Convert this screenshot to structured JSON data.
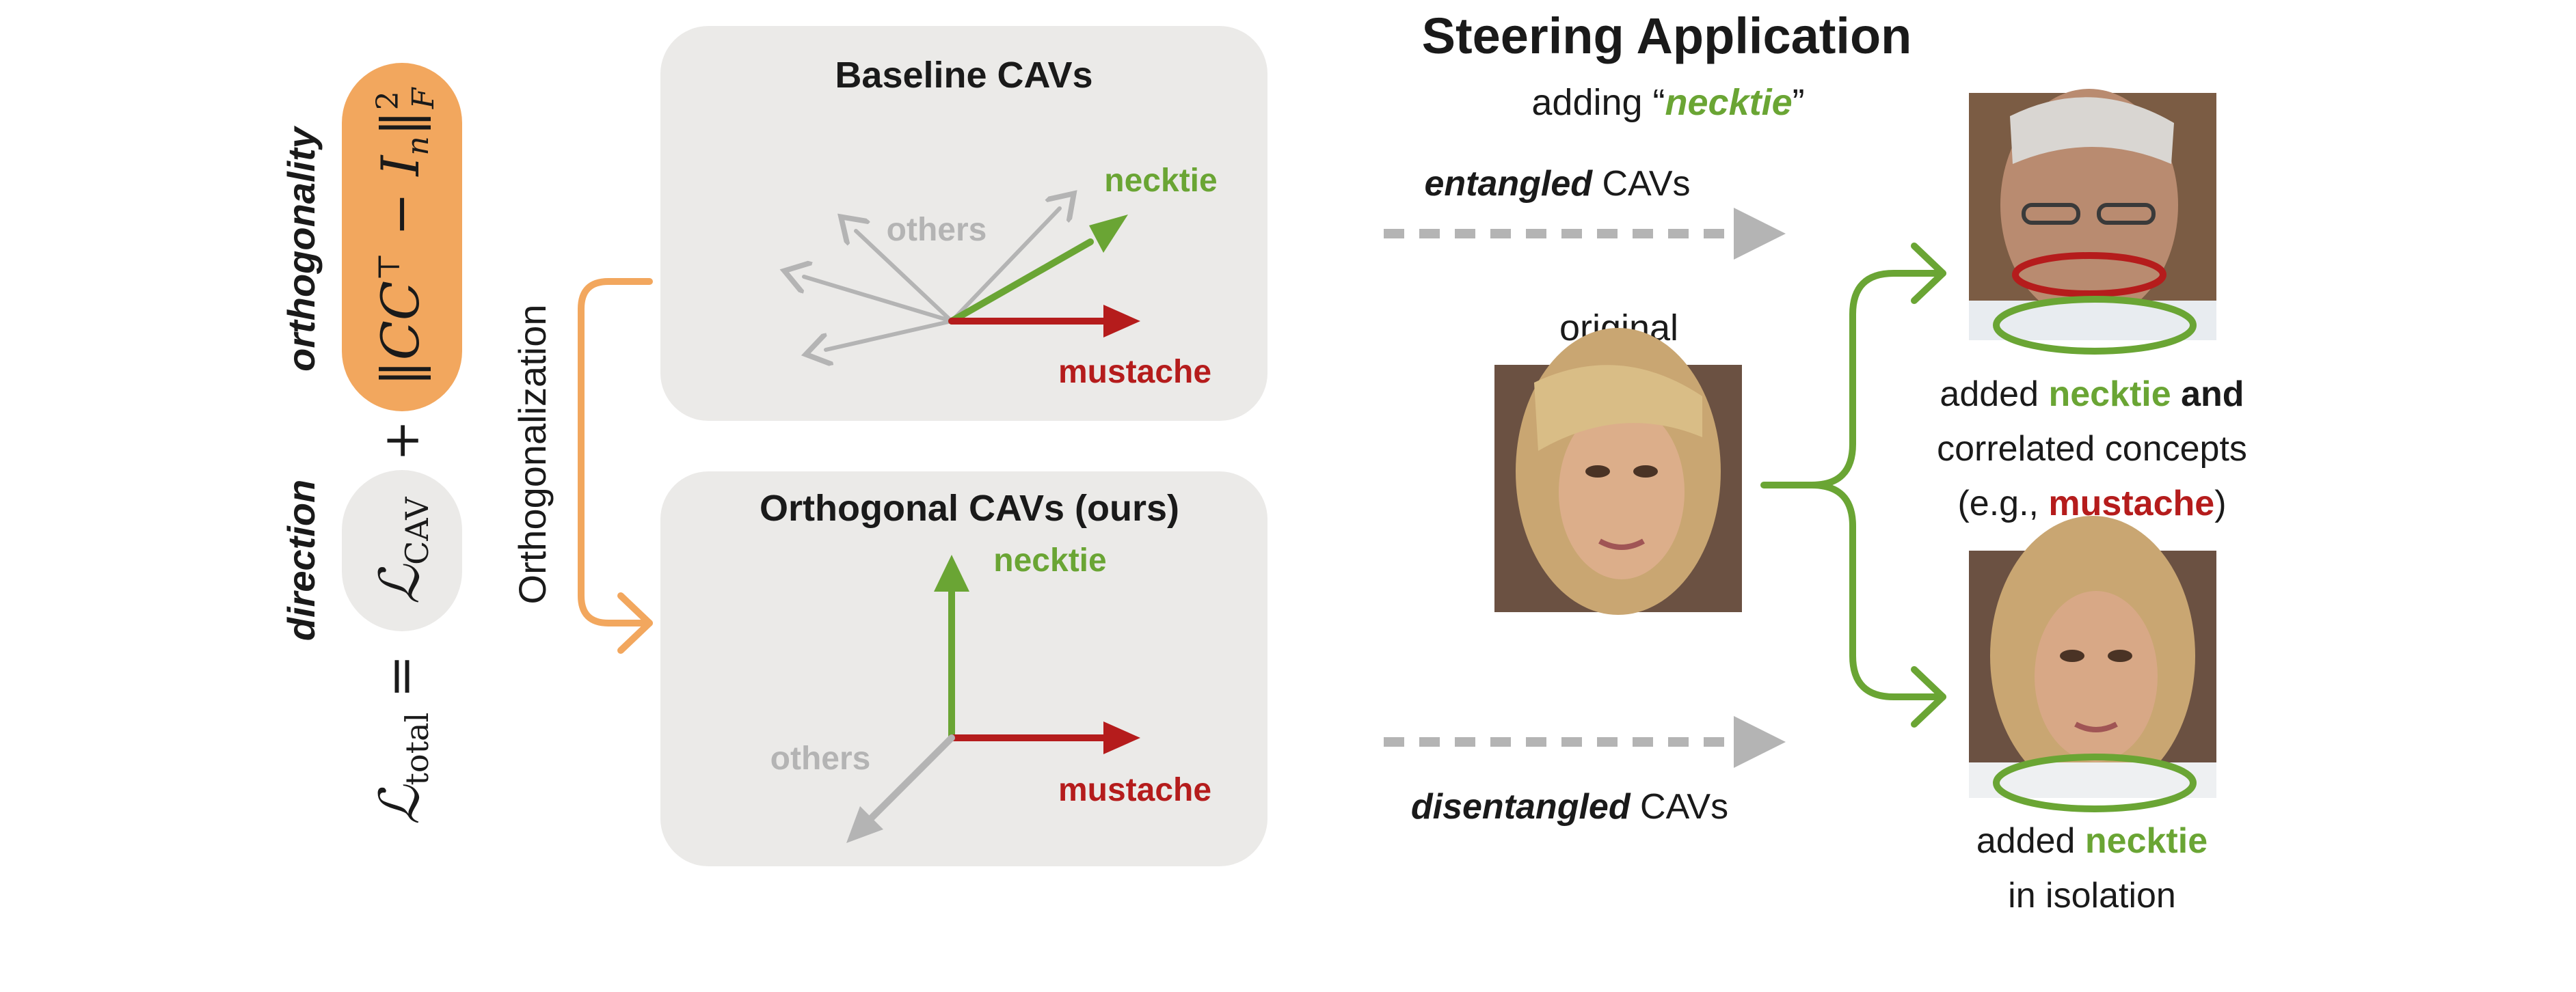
{
  "formula": {
    "loss_total": "ℒ",
    "loss_total_sub": "total",
    "equals": "=",
    "loss_cav": "ℒ",
    "loss_cav_sub": "CAV",
    "plus": "+",
    "orth_term": "‖CC",
    "orth_term_sup": "⊤",
    "orth_term_rest": " − I",
    "orth_term_sub": "n",
    "orth_term_close": "‖",
    "orth_norm_sup": "2",
    "orth_norm_sub": "F",
    "direction_label": "direction",
    "orthogonality_label": "orthogonality"
  },
  "orthogonalization_label": "Orthogonalization",
  "baseline_panel": {
    "title": "Baseline CAVs",
    "others_label": "others",
    "necktie_label": "necktie",
    "mustache_label": "mustache"
  },
  "orthogonal_panel": {
    "title": "Orthogonal CAVs (ours)",
    "others_label": "others",
    "necktie_label": "necktie",
    "mustache_label": "mustache"
  },
  "steering": {
    "title": "Steering Application",
    "subtitle_prefix": "adding “",
    "subtitle_concept": "necktie",
    "subtitle_suffix": "”",
    "entangled_em": "entangled",
    "entangled_rest": " CAVs",
    "disentangled_em": "disentangled",
    "disentangled_rest": " CAVs",
    "original_label": "original"
  },
  "result_top": {
    "line1_prefix": "added ",
    "line1_concept": "necktie",
    "line1_suffix": " and",
    "line2": "correlated concepts",
    "line3_prefix": "(e.g., ",
    "line3_concept": "mustache",
    "line3_suffix": ")"
  },
  "result_bottom": {
    "line1_prefix": "added ",
    "line1_concept": "necktie",
    "line2": "in isolation"
  },
  "colors": {
    "orange": "#f2a75e",
    "green": "#6aa534",
    "red": "#b51c1c",
    "gray_arrow": "#b4b4b4",
    "panel_bg": "#ebeae8",
    "text": "#1a1a1a"
  }
}
